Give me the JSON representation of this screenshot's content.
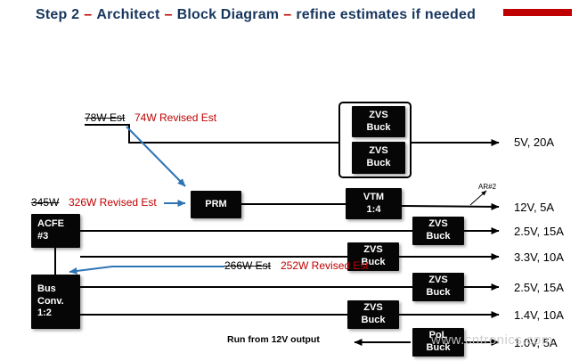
{
  "title": {
    "parts": [
      "Step 2",
      "Architect",
      "Block Diagram",
      "refine estimates if needed"
    ],
    "dash": "–"
  },
  "annotations": {
    "est1_old": "78W Est",
    "est1_new": "74W Revised Est",
    "est2_old": "345W",
    "est2_new": "326W Revised Est",
    "est3_old": "266W Est",
    "est3_new": "252W Revised Est",
    "run_note": "Run from 12V output",
    "ar_note": "AR#2"
  },
  "blocks": {
    "acfe": [
      "ACFE",
      "#3"
    ],
    "bus_conv": [
      "Bus",
      "Conv.",
      "1:2"
    ],
    "prm": [
      "PRM"
    ],
    "vtm": [
      "VTM",
      "1:4"
    ],
    "zvs": [
      "ZVS",
      "Buck"
    ],
    "pol": [
      "PoL",
      "Buck"
    ]
  },
  "outputs": [
    "5V, 20A",
    "12V, 5A",
    "2.5V, 15A",
    "3.3V, 10A",
    "2.5V, 15A",
    "1.4V, 10A",
    "1.0V, 5A"
  ],
  "watermark": "www.cntronics.com",
  "colors": {
    "title_navy": "#17365D",
    "accent_red": "#C00000",
    "revised_text_red": "#C00000",
    "arrow_blue": "#2E74B5",
    "block_bg": "#060606",
    "block_text": "#FFFFFF",
    "wire_black": "#000000",
    "watermark_gray": "#C9C9C9"
  }
}
